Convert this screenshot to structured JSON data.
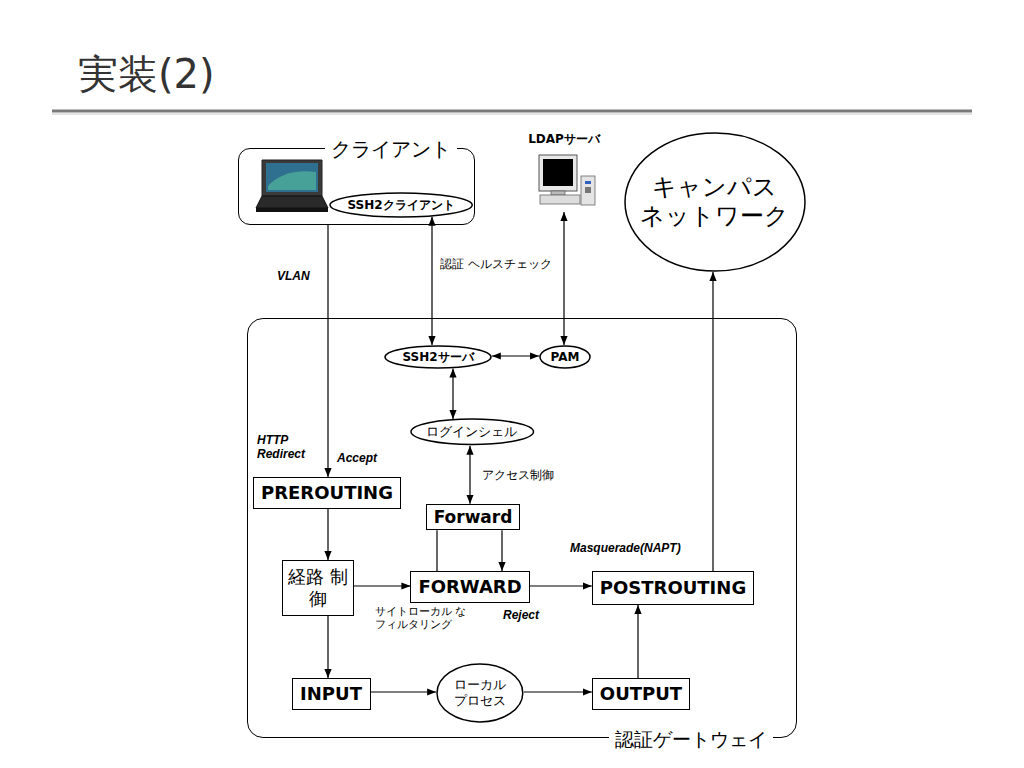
{
  "diagram": {
    "title": "実装(2)",
    "nodes": [
      {
        "text": [
          "クライアント"
        ]
      },
      {
        "text": [
          "SSH2クライアント"
        ],
        "in": 0
      },
      {
        "text": [
          "LDAPサーバ"
        ]
      },
      {
        "text": [
          "キャンパス ネットワーク"
        ]
      },
      {
        "text": [
          "認証ゲートウェイ"
        ]
      },
      {
        "text": [
          "SSH2サーバ"
        ],
        "in": 4
      },
      {
        "text": [
          "PAM"
        ],
        "in": 4
      },
      {
        "text": [
          "ログインシェル"
        ],
        "in": 4
      },
      {
        "text": [
          "Forward"
        ],
        "in": 4
      },
      {
        "text": [
          "PREROUTING"
        ],
        "in": 4
      },
      {
        "text": [
          "経路 制御"
        ],
        "in": 4
      },
      {
        "text": [
          "FORWARD"
        ],
        "in": 4
      },
      {
        "text": [
          "POSTROUTING"
        ],
        "in": 4
      },
      {
        "text": [
          "INPUT"
        ],
        "in": 4
      },
      {
        "text": [
          "ローカル プロセス"
        ],
        "in": 4
      },
      {
        "text": [
          "OUTPUT"
        ],
        "in": 4
      }
    ],
    "edges": [
      {
        "from": 0,
        "to": 9,
        "arrow": "to",
        "label": "VLAN"
      },
      {
        "from": 1,
        "to": 5,
        "arrow": "both",
        "label": "認証 ヘルスチェック"
      },
      {
        "from": 5,
        "to": 6,
        "arrow": "both"
      },
      {
        "from": 6,
        "to": 2,
        "arrow": "both"
      },
      {
        "from": 5,
        "to": 7,
        "arrow": "both"
      },
      {
        "from": 7,
        "to": 8,
        "arrow": "both",
        "label": "アクセス制御"
      },
      {
        "from": 11,
        "to": 8,
        "arrow": "none"
      },
      {
        "from": 8,
        "to": 11,
        "arrow": "to"
      },
      {
        "from": 9,
        "to": 10,
        "arrow": "to"
      },
      {
        "from": 10,
        "to": 11,
        "arrow": "to"
      },
      {
        "from": 10,
        "to": 13,
        "arrow": "to"
      },
      {
        "from": 11,
        "to": 12,
        "arrow": "to"
      },
      {
        "from": 13,
        "to": 14,
        "arrow": "to"
      },
      {
        "from": 14,
        "to": 15,
        "arrow": "to"
      },
      {
        "from": 15,
        "to": 12,
        "arrow": "to"
      },
      {
        "from": 12,
        "to": 3,
        "arrow": "to"
      }
    ],
    "labels": [
      "HTTP Redirect",
      "Accept",
      "Masquerade(NAPT)",
      "サイトローカル なフィルタリング",
      "Reject"
    ]
  }
}
